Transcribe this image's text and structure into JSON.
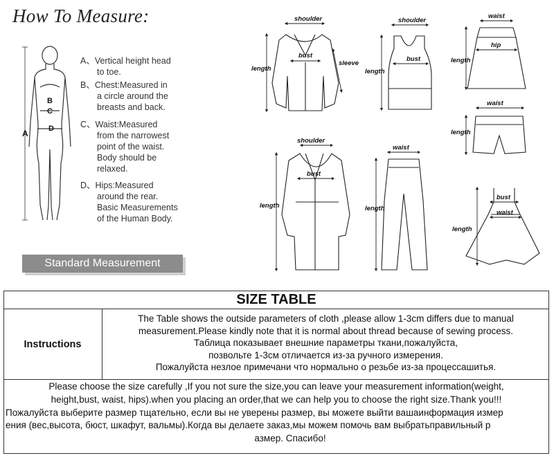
{
  "title": "How To Measure:",
  "figure_labels": {
    "a": "A",
    "b": "B",
    "c": "C",
    "d": "D"
  },
  "notes": [
    [
      "A、Vertical height head",
      "to toe."
    ],
    [
      "B、Chest:Measured in",
      "a circle around the",
      "breasts and back."
    ],
    [
      "C、Waist:Measured",
      "from the narrowest",
      "point of the waist.",
      "Body should be",
      "relaxed."
    ],
    [
      "D、Hips:Measured",
      "around the rear.",
      "Basic Measurements",
      "of the Human Body."
    ]
  ],
  "standard_label": "Standard Measurement",
  "garment_labels": {
    "blouse": {
      "shoulder": "shoulder",
      "bust": "bust",
      "sleeve": "sleeve",
      "length": "length"
    },
    "vest": {
      "shoulder": "shoulder",
      "bust": "bust",
      "length": "length"
    },
    "skirt": {
      "waist": "waist",
      "hip": "hip",
      "length": "length"
    },
    "shorts": {
      "waist": "waist",
      "length": "length"
    },
    "coat": {
      "shoulder": "shoulder",
      "bust": "bust",
      "length": "length"
    },
    "pants": {
      "waist": "waist",
      "length": "length"
    },
    "dress": {
      "bust": "bust",
      "waist": "waist",
      "length": "length"
    }
  },
  "size_table": {
    "title": "SIZE TABLE",
    "instructions_label": "Instructions",
    "instructions_lines": [
      "The Table shows the outside parameters of cloth ,please allow 1-3cm differs due to manual",
      "measurement.Please kindly note that it is normal about thread because of sewing process.",
      "Таблица показывает внешние параметры ткани,пожалуйста,",
      "позвольте 1-3см отличается из-за ручного измерения.",
      "Пожалуйста незлое примечани что нормально о резьбе из-за процессашитья."
    ],
    "bottom_lines": [
      "Please choose the size carefully ,If you not sure the size,you can leave your measurement information(weight,",
      "height,bust, waist, hips).when you placing an order,that we can help you to choose the right size.Thank you!!!",
      "Пожалуйста выберите размер тщательно, если вы не уверены размер, вы можете выйти вашаинформация измер",
      "ения     (вес,высота, бюст, шкафут, вальмы).Когда вы делаете заказ,мы можем помочь вам выбратьправильный р",
      "азмер.          Спасибо!"
    ]
  }
}
